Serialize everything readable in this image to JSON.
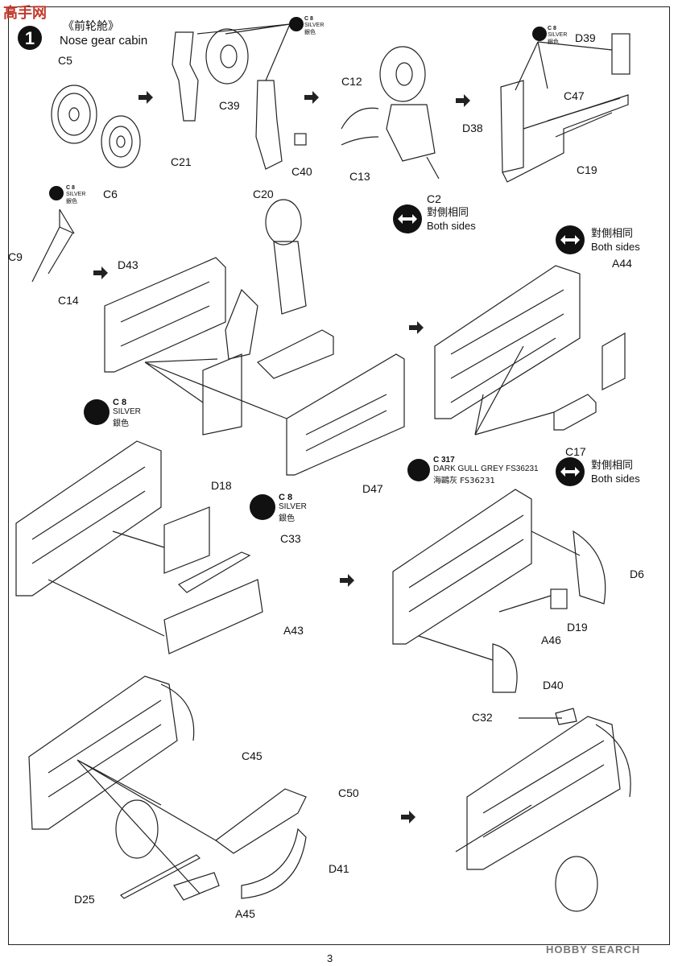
{
  "step": {
    "number": "1",
    "title_cn": "《前轮舱》",
    "title_en": "Nose gear cabin"
  },
  "watermark_top": "高手网",
  "paint": {
    "silver_code": "C 8",
    "silver_en": "SILVER",
    "silver_cn": "銀色",
    "gull_code": "C 317",
    "gull_en": "DARK GULL GREY FS36231",
    "gull_cn": "海鷗灰 FS36231"
  },
  "both_sides": {
    "cn": "對側相同",
    "en": "Both sides"
  },
  "parts": {
    "C5": "C5",
    "C6": "C6",
    "C21": "C21",
    "C39": "C39",
    "C20": "C20",
    "C40": "C40",
    "C12": "C12",
    "C13": "C13",
    "C2": "C2",
    "D39": "D39",
    "C47": "C47",
    "D38": "D38",
    "C19": "C19",
    "C9": "C9",
    "C14": "C14",
    "D43": "D43",
    "A44": "A44",
    "D47": "D47",
    "C17": "C17",
    "D18": "D18",
    "C33": "C33",
    "A43": "A43",
    "D6": "D6",
    "D19": "D19",
    "A46": "A46",
    "D40": "D40",
    "C45": "C45",
    "C50": "C50",
    "C32": "C32",
    "D41": "D41",
    "D25": "D25",
    "A45": "A45"
  },
  "page_number": "3",
  "watermark_bottom": "HOBBY SEARCH"
}
